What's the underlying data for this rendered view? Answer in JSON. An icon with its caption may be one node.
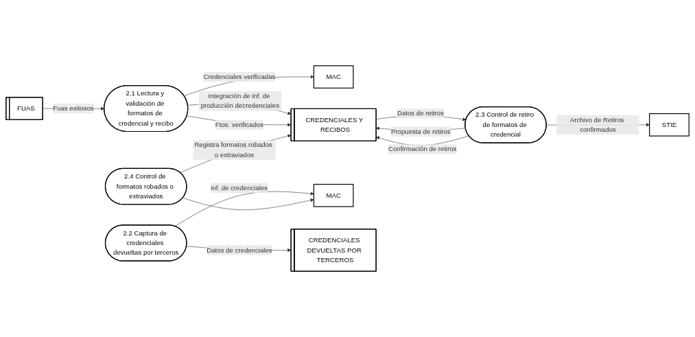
{
  "diagram": {
    "nodes": [
      {
        "text": [
          "MAC"
        ]
      },
      {
        "text": [
          "STIE"
        ]
      },
      {
        "text": [
          "2.1 Lectura y validación de formatos de credencial y recibo"
        ]
      },
      {
        "text": [
          "CREDENCIALES Y RECIBOS"
        ]
      },
      {
        "text": [
          "2.3 Control de retiro de formatos de credencial"
        ]
      },
      {
        "text": [
          "FUAS"
        ]
      },
      {
        "text": [
          "2.2 Captura de credenciales devueltas por terceros"
        ]
      },
      {
        "text": [
          "MAC"
        ]
      },
      {
        "text": [
          "2.4 Control de formatos robados o extraviados"
        ]
      },
      {
        "text": [
          "CREDENCIALES DEVUELTAS POR TERCEROS"
        ]
      }
    ],
    "edges": [
      {
        "from": 2,
        "to": 0,
        "arrow": "to",
        "label": "Credenciales verificadas"
      },
      {
        "from": 2,
        "to": 3,
        "arrow": "to",
        "label": "Integración de inf. de producción decredenciales"
      },
      {
        "from": 2,
        "to": 3,
        "arrow": "to",
        "label": "Ftos. verificados"
      },
      {
        "from": 4,
        "to": 1,
        "arrow": "to",
        "label": "Archivo de Retiros confirmados"
      },
      {
        "from": 4,
        "to": 3,
        "arrow": "to",
        "label": "Propuesta de retiros"
      },
      {
        "from": 4,
        "to": 3,
        "arrow": "to",
        "label": "Confirmación de retiros"
      },
      {
        "from": 3,
        "to": 4,
        "arrow": "to",
        "label": "Datos de retiros"
      },
      {
        "from": 8,
        "to": 3,
        "arrow": "to",
        "label": "Registra formatos robados o extraviados"
      },
      {
        "from": 5,
        "to": 2,
        "arrow": "to",
        "label": "Fuas exitosos"
      },
      {
        "from": 6,
        "to": 9,
        "arrow": "to",
        "label": "Datos de credenciales"
      },
      {
        "from": 6,
        "to": 7,
        "arrow": "to",
        "label": "inf. de credenciales"
      },
      {
        "from": 8,
        "to": 7,
        "arrow": "to"
      }
    ]
  }
}
